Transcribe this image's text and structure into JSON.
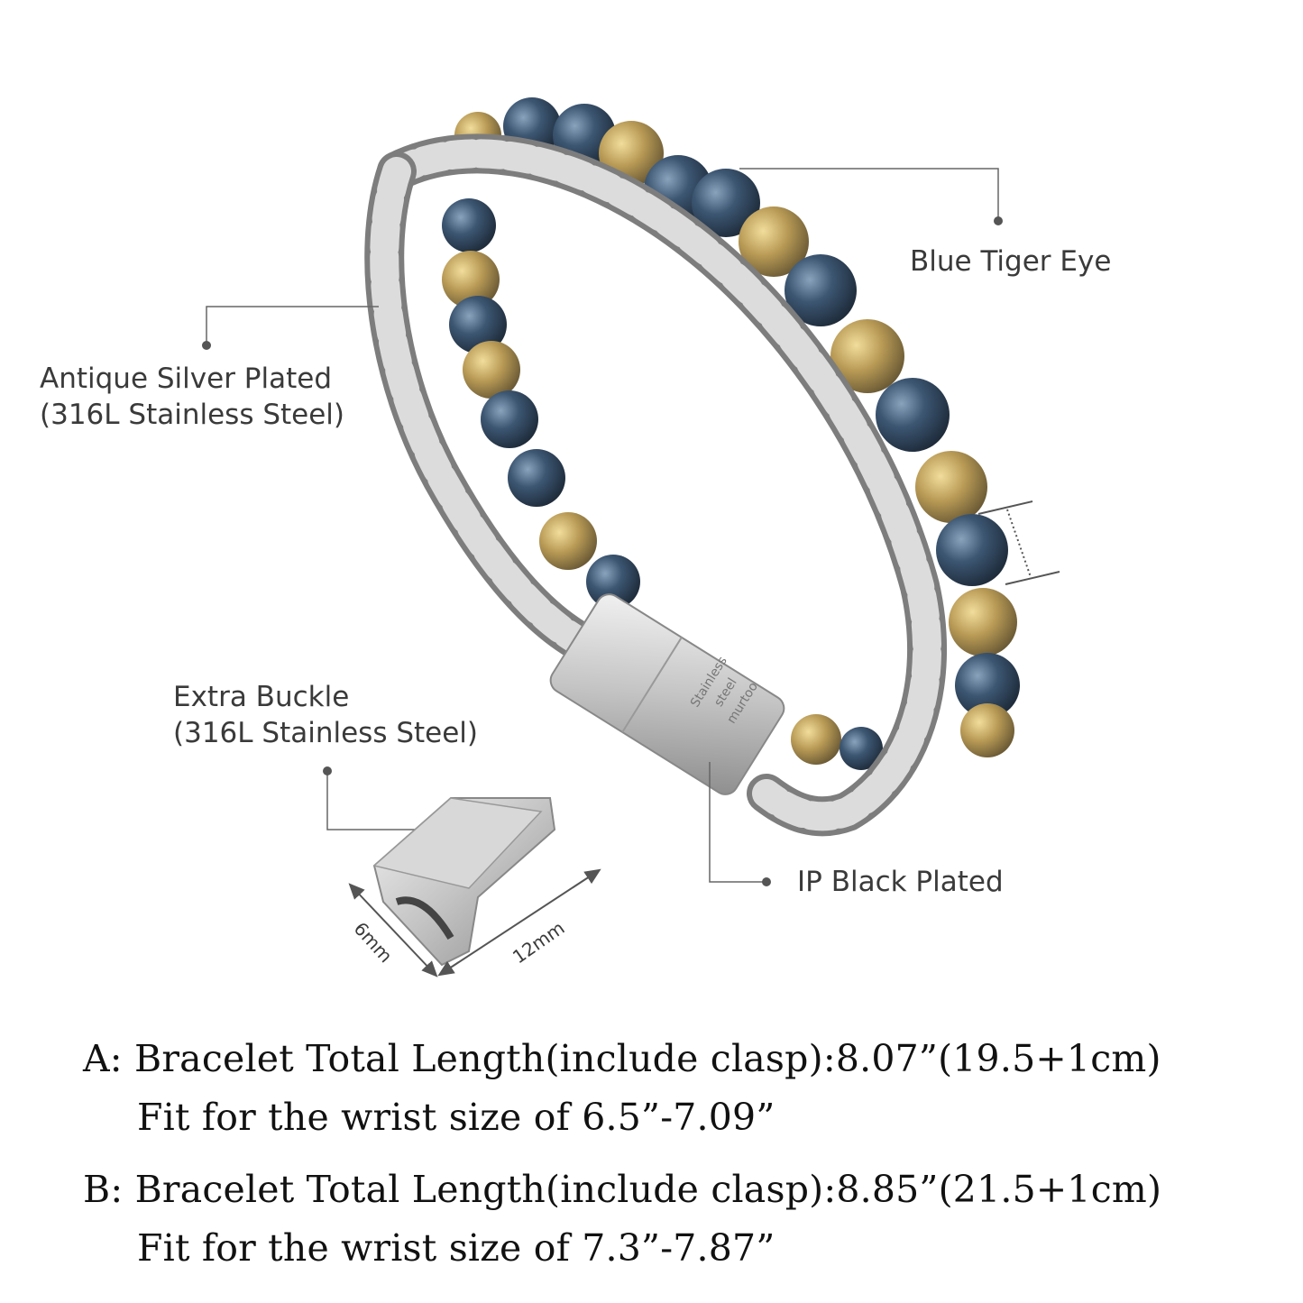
{
  "callouts": {
    "blue_tiger_eye": "Blue Tiger Eye",
    "antique_silver": {
      "line1": "Antique Silver Plated",
      "line2": "(316L Stainless Steel)"
    },
    "extra_buckle": {
      "line1": "Extra Buckle",
      "line2": "(316L Stainless Steel)"
    },
    "ip_black": "IP Black Plated"
  },
  "clasp_engraving": {
    "line1": "Stainless",
    "line2": "steel",
    "line3": "murtoo"
  },
  "buckle_dimensions": {
    "depth": "6mm",
    "length": "12mm"
  },
  "specs": [
    {
      "line1": "A: Bracelet Total Length(include clasp):8.07”(19.5+1cm)",
      "line2": "Fit for the wrist size of 6.5”-7.09”"
    },
    {
      "line1": "B: Bracelet Total Length(include clasp):8.85”(21.5+1cm)",
      "line2": "Fit for the wrist size of 7.3”-7.87”"
    }
  ],
  "colors": {
    "blue_bead": "#3c5672",
    "gold_bead": "#b89a55",
    "steel": "#c9c9c9",
    "text": "#3a3a3a"
  }
}
